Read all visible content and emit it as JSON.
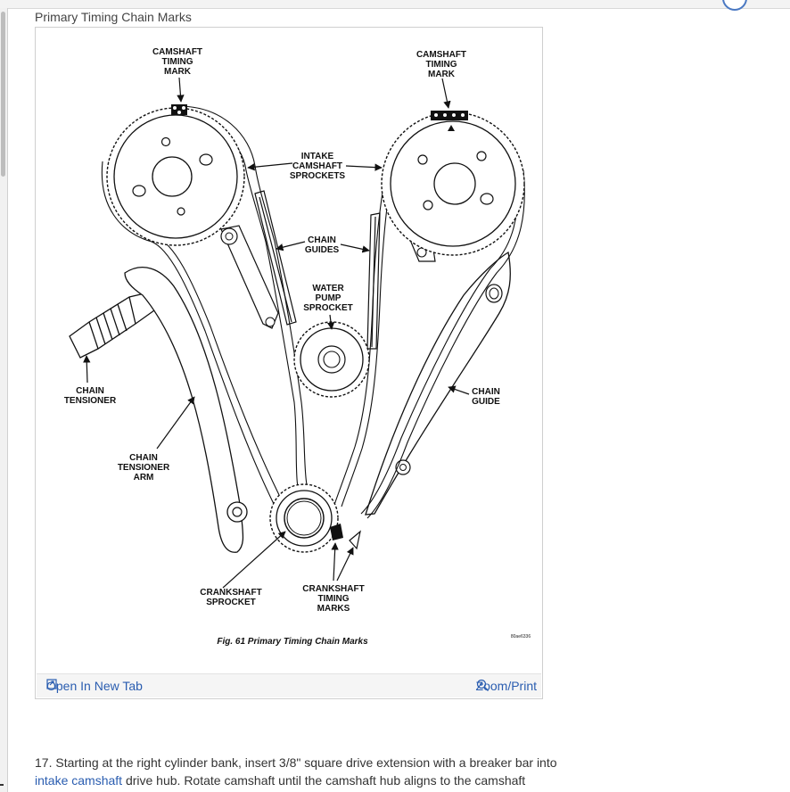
{
  "page": {
    "heading": "Primary Timing Chain Marks"
  },
  "figure": {
    "labels": {
      "cam_mark_left_1": "CAMSHAFT",
      "cam_mark_left_2": "TIMING",
      "cam_mark_left_3": "MARK",
      "cam_mark_right_1": "CAMSHAFT",
      "cam_mark_right_2": "TIMING",
      "cam_mark_right_3": "MARK",
      "intake_1": "INTAKE",
      "intake_2": "CAMSHAFT",
      "intake_3": "SPROCKETS",
      "guides_1": "CHAIN",
      "guides_2": "GUIDES",
      "pump_1": "WATER",
      "pump_2": "PUMP",
      "pump_3": "SPROCKET",
      "tensioner_1": "CHAIN",
      "tensioner_2": "TENSIONER",
      "guide_1": "CHAIN",
      "guide_2": "GUIDE",
      "arm_1": "CHAIN",
      "arm_2": "TENSIONER",
      "arm_3": "ARM",
      "crank_sprocket_1": "CRANKSHAFT",
      "crank_sprocket_2": "SPROCKET",
      "crank_marks_1": "CRANKSHAFT",
      "crank_marks_2": "TIMING",
      "crank_marks_3": "MARKS"
    },
    "caption": "Fig. 61 Primary Timing Chain Marks",
    "ref_code": "80ae6336",
    "open_tab_label": "Open In New Tab",
    "zoom_label": "Zoom/Print",
    "icons": {
      "open_tab": "open-in-new-tab-icon",
      "zoom": "zoom-in-icon"
    }
  },
  "instructions": {
    "step_text_1": "17. Starting at the right cylinder bank, insert 3/8\" square drive extension with a breaker bar into",
    "link_text": "intake camshaft",
    "step_text_2": " drive hub. Rotate camshaft until the camshaft hub aligns to the camshaft"
  },
  "colors": {
    "link": "#2a5db0",
    "text": "#333333"
  }
}
